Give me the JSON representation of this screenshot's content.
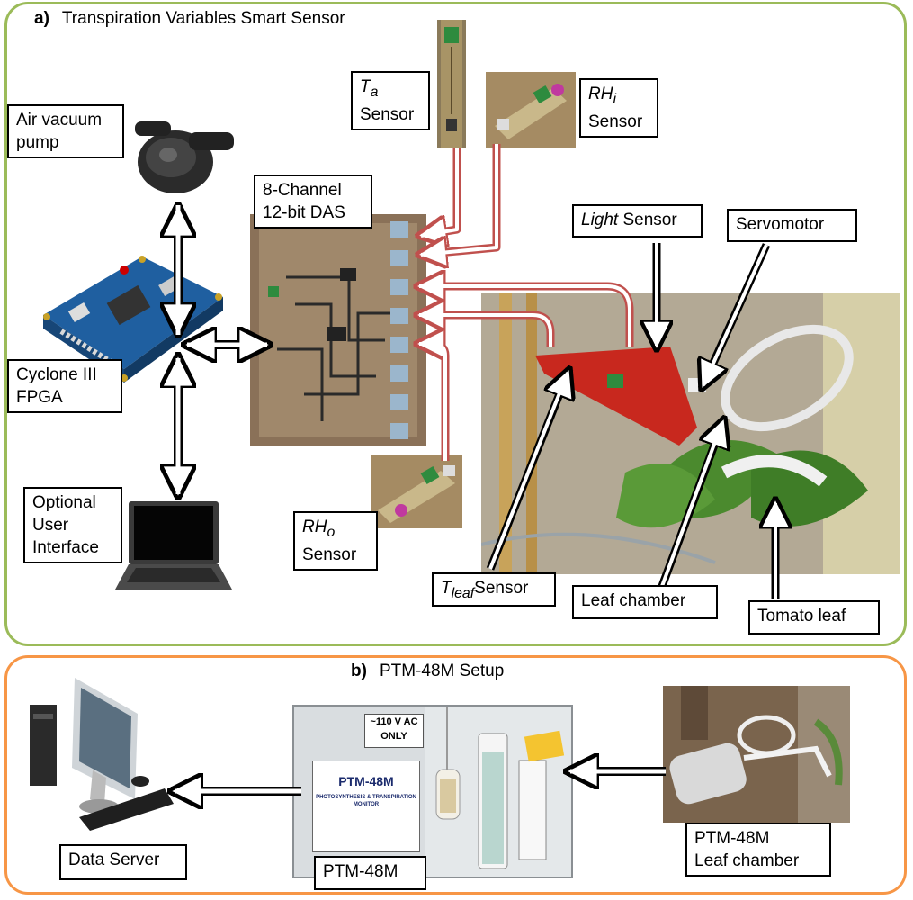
{
  "panel_a": {
    "letter": "a)",
    "title": "Transpiration  Variables Smart Sensor",
    "labels": {
      "air_pump": "Air vacuum\npump",
      "das": "8-Channel\n12-bit DAS",
      "ta_var": "T",
      "ta_sub": "a",
      "ta_word": "Sensor",
      "rhi_var": "RH",
      "rhi_sub": "i",
      "rhi_word": "Sensor",
      "light_italic": "Light",
      "light_word": " Sensor",
      "servomotor": "Servomotor",
      "fpga": "Cyclone III\nFPGA",
      "user_interface": "Optional\nUser\nInterface",
      "rho_var": "RH",
      "rho_sub": "o",
      "rho_word": "Sensor",
      "tleaf_var": "T",
      "tleaf_sub": "leaf",
      "tleaf_word": "Sensor",
      "leaf_chamber": "Leaf chamber",
      "tomato_leaf": "Tomato leaf"
    }
  },
  "panel_b": {
    "letter": "b)",
    "title": "PTM-48M Setup",
    "labels": {
      "data_server": "Data Server",
      "ptm": "PTM-48M",
      "ptm_chamber": "PTM-48M\nLeaf chamber"
    },
    "device_text": {
      "voltage": "~110 V AC\nONLY",
      "brand": "PTM-48M",
      "subtitle": "PHOTOSYNTHESIS & TRANSPIRATION\nMONITOR"
    }
  },
  "colors": {
    "panel_a_border": "#9bbb59",
    "panel_b_border": "#f79646",
    "sensor_wire": "#c0504d"
  }
}
